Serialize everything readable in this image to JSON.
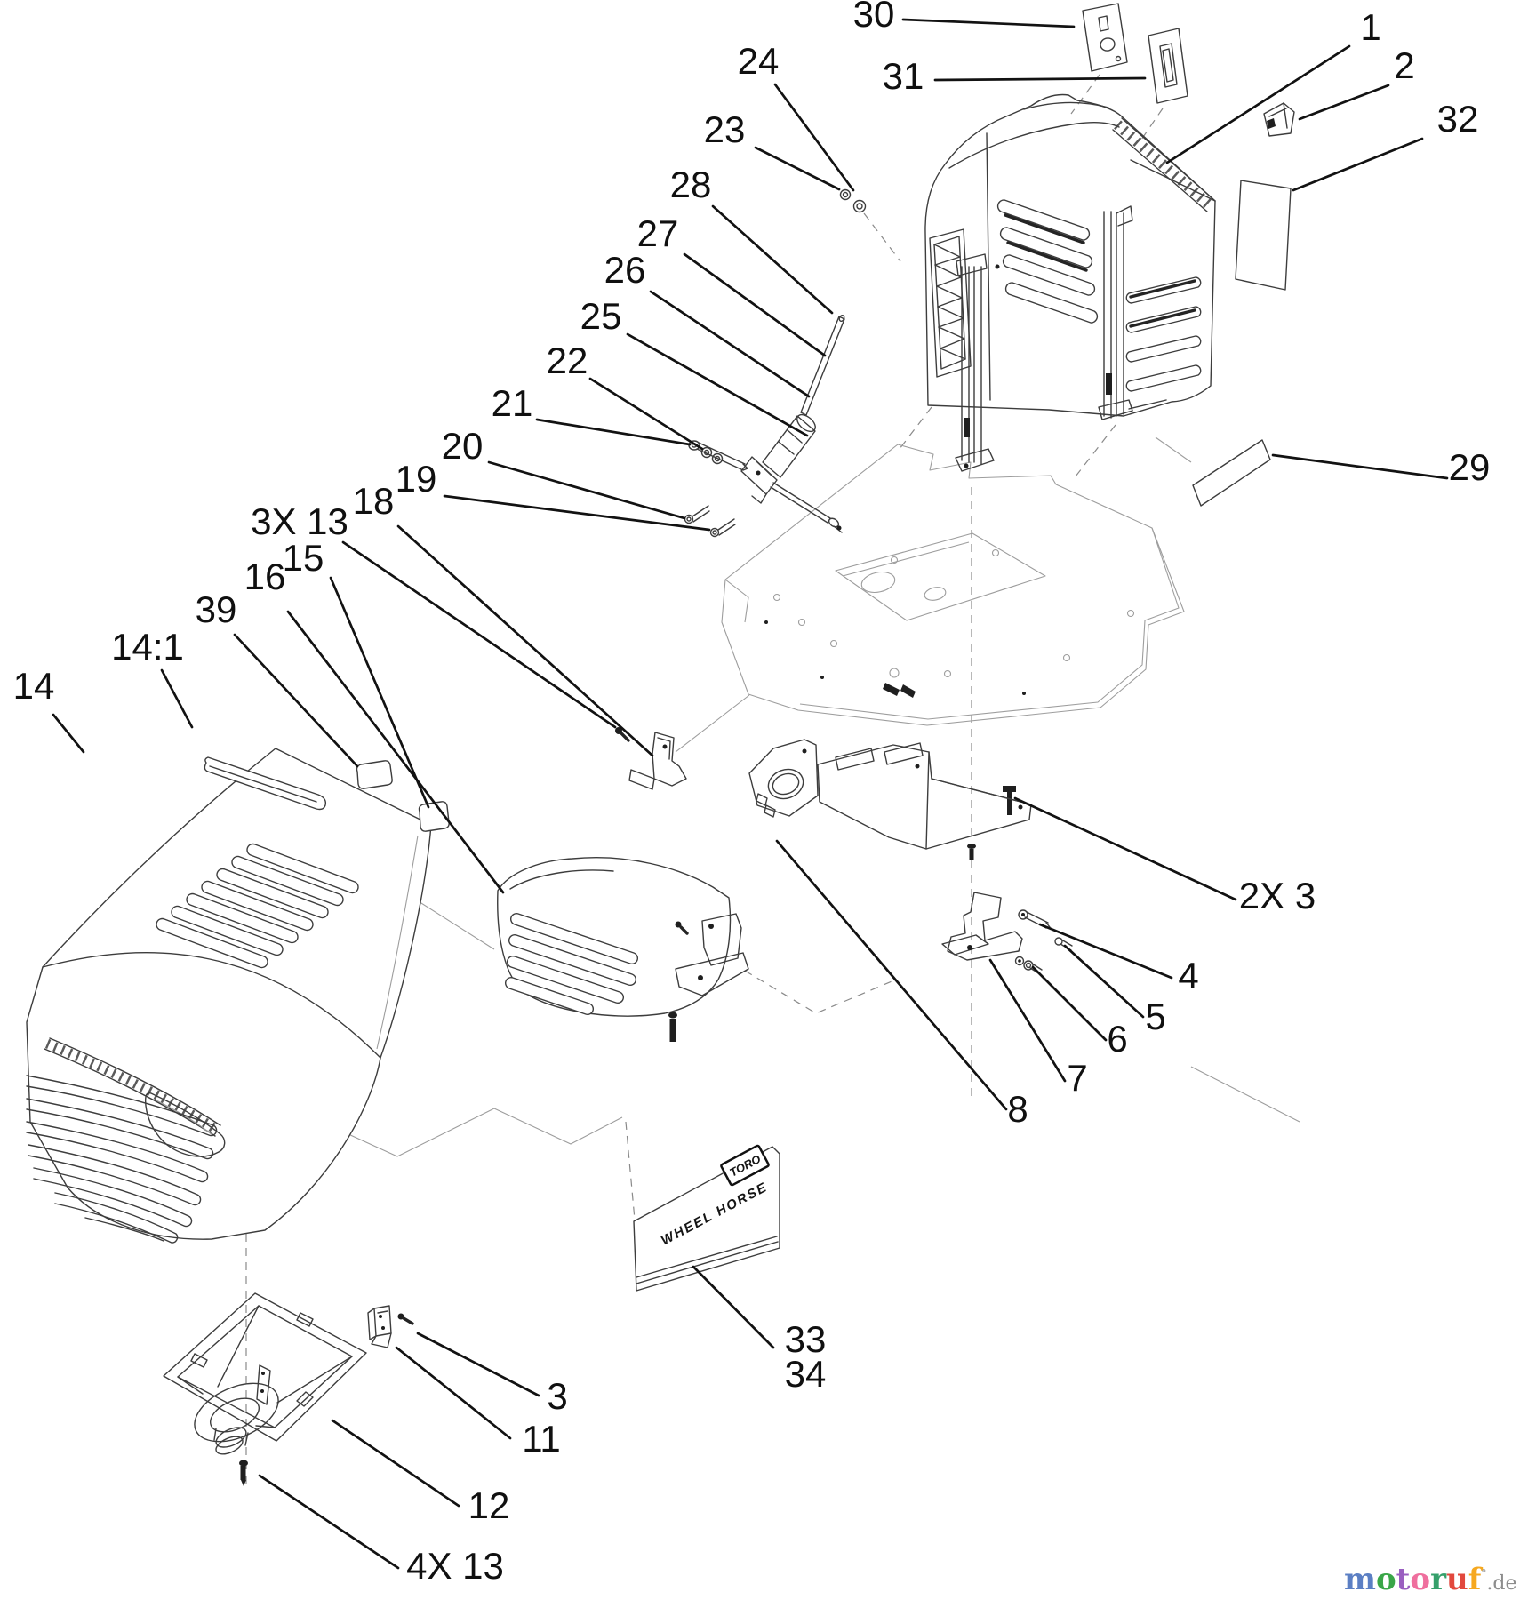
{
  "diagram": {
    "type": "exploded-parts-diagram",
    "callouts": [
      {
        "label": "30"
      },
      {
        "label": "31"
      },
      {
        "label": "24"
      },
      {
        "label": "23"
      },
      {
        "label": "28"
      },
      {
        "label": "27"
      },
      {
        "label": "26"
      },
      {
        "label": "25"
      },
      {
        "label": "22"
      },
      {
        "label": "21"
      },
      {
        "label": "20"
      },
      {
        "label": "19"
      },
      {
        "label": "18"
      },
      {
        "label": "3X 13"
      },
      {
        "label": "15"
      },
      {
        "label": "16"
      },
      {
        "label": "39"
      },
      {
        "label": "14:1"
      },
      {
        "label": "14"
      },
      {
        "label": "1"
      },
      {
        "label": "2"
      },
      {
        "label": "32"
      },
      {
        "label": "29"
      },
      {
        "label": "2X 3"
      },
      {
        "label": "4"
      },
      {
        "label": "5"
      },
      {
        "label": "6"
      },
      {
        "label": "7"
      },
      {
        "label": "8"
      },
      {
        "label": "12"
      },
      {
        "label": "4X 13"
      },
      {
        "label": "3"
      },
      {
        "label": "11"
      },
      {
        "label": "33"
      },
      {
        "label": "34"
      }
    ],
    "decal": {
      "brand": "TORO",
      "name": "WHEEL HORSE"
    },
    "line_color": "#3d3d3d",
    "leader_color": "#121212"
  },
  "watermark": {
    "letters": [
      {
        "ch": "m",
        "color": "#5b7fc4"
      },
      {
        "ch": "o",
        "color": "#3aa648"
      },
      {
        "ch": "t",
        "color": "#9a5fc0"
      },
      {
        "ch": "o",
        "color": "#ef6f9e"
      },
      {
        "ch": "r",
        "color": "#35a06b"
      },
      {
        "ch": "u",
        "color": "#e2483d"
      },
      {
        "ch": "f",
        "color": "#f6a81f"
      }
    ],
    "mark": "°",
    "tld": ".de",
    "tld_color": "#8d8d8d"
  }
}
